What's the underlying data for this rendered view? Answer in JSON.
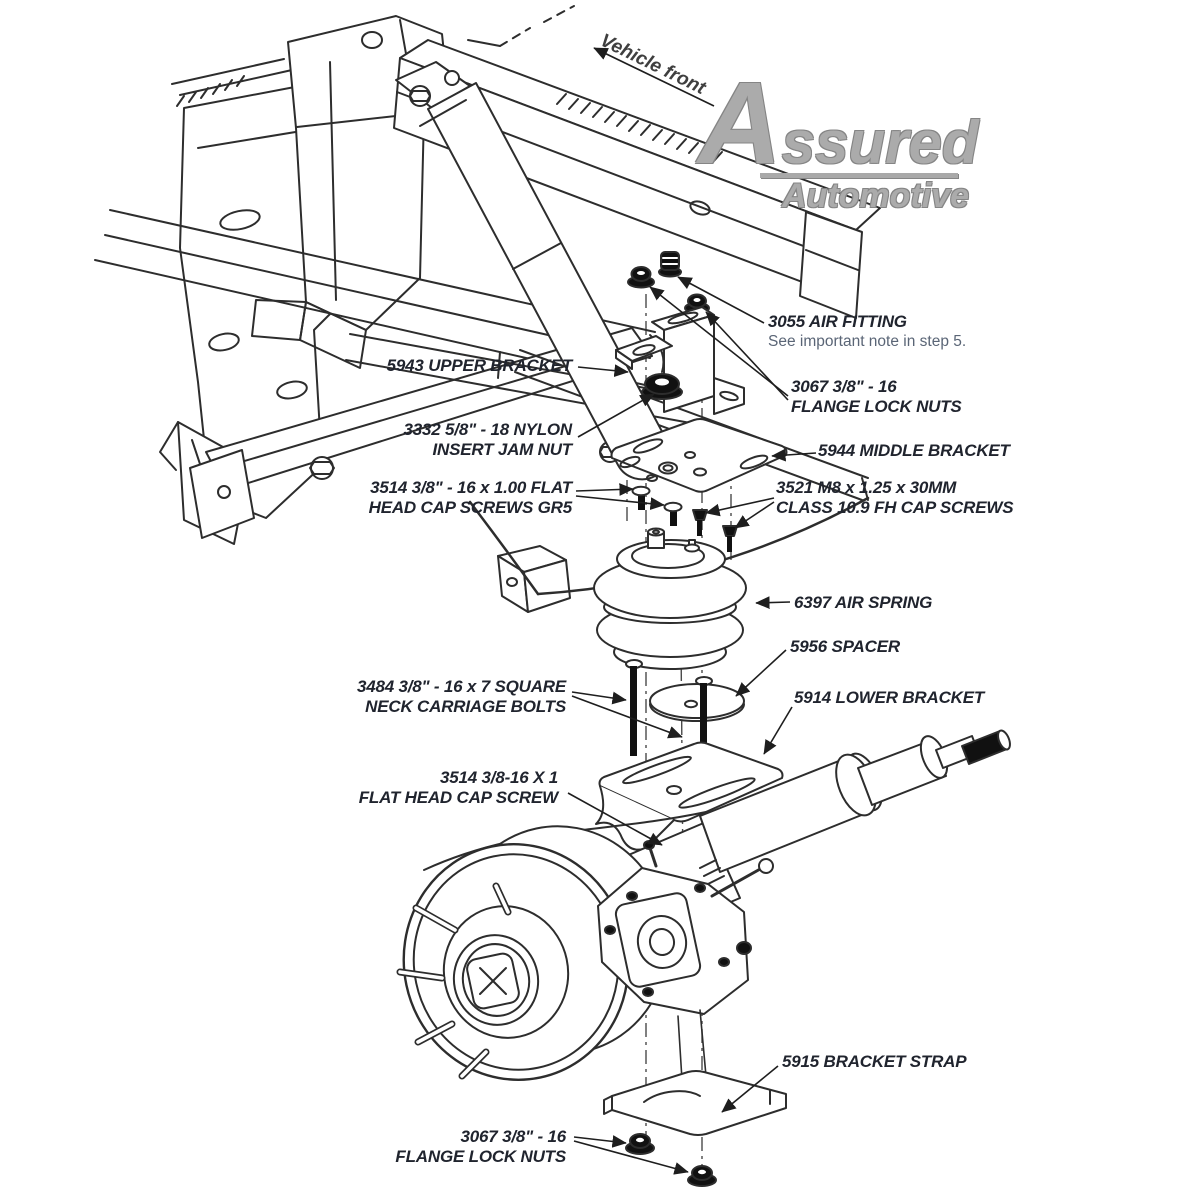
{
  "diagram": {
    "orientation_label": "Vehicle front",
    "brand": {
      "line1": "Assured",
      "line2": "Automotive"
    },
    "parts": {
      "air_fitting": {
        "label": "3055 AIR FITTING",
        "note": "See important note in step 5."
      },
      "flange_lock_nuts_top": {
        "label": "3067 3/8\" - 16\nFLANGE LOCK NUTS"
      },
      "upper_bracket": {
        "label": "5943 UPPER BRACKET"
      },
      "jam_nut": {
        "label": "3332 5/8\" - 18 NYLON\nINSERT JAM NUT"
      },
      "middle_bracket": {
        "label": "5944 MIDDLE BRACKET"
      },
      "flat_head_cap_screws_gr5": {
        "label": "3514 3/8\" - 16 x 1.00 FLAT\nHEAD CAP SCREWS GR5"
      },
      "m8_cap_screws": {
        "label": "3521 M8 x 1.25 x 30MM\nCLASS 10.9 FH CAP SCREWS"
      },
      "air_spring": {
        "label": "6397 AIR SPRING"
      },
      "spacer": {
        "label": "5956 SPACER"
      },
      "carriage_bolts": {
        "label": "3484 3/8\" - 16 x 7 SQUARE\nNECK CARRIAGE BOLTS"
      },
      "lower_bracket": {
        "label": "5914 LOWER BRACKET"
      },
      "flat_head_cap_screw": {
        "label": "3514  3/8-16 X 1\nFLAT HEAD CAP SCREW"
      },
      "bracket_strap": {
        "label": "5915 BRACKET STRAP"
      },
      "flange_lock_nuts_bottom": {
        "label": "3067 3/8\" - 16\nFLANGE LOCK NUTS"
      }
    },
    "colors": {
      "line_art": "#2d2d2d",
      "label_text": "#20242e",
      "note_text": "#5a6576",
      "logo_gray": "#ababab",
      "centerline": "#4a4a4a",
      "background": "#ffffff"
    }
  }
}
